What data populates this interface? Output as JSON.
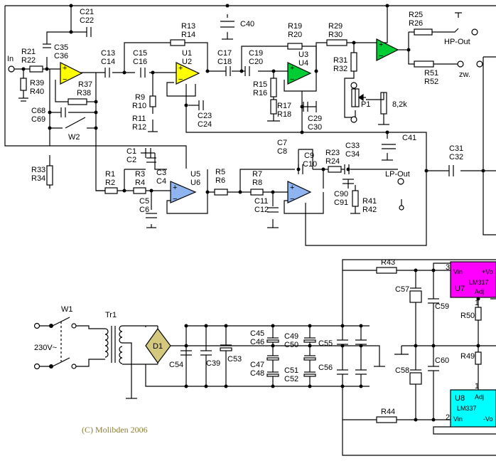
{
  "labels": {
    "c21": "C21",
    "c22": "C22",
    "in": "In",
    "r21": "R21",
    "r22": "R22",
    "c35": "C35",
    "c36": "C36",
    "r39": "R39",
    "r40": "R40",
    "r37": "R37",
    "r38": "R38",
    "c68": "C68",
    "c69": "C69",
    "w2": "W2",
    "c13": "C13",
    "c14": "C14",
    "c15": "C15",
    "c16": "C16",
    "r13": "R13",
    "r14": "R14",
    "u1": "U1",
    "u2": "U2",
    "r9": "R9",
    "r10": "R10",
    "r11": "R11",
    "r12": "R12",
    "c23": "C23",
    "c24": "C24",
    "c40": "C40",
    "c17": "C17",
    "c18": "C18",
    "c19": "C19",
    "c20": "C20",
    "r19": "R19",
    "r20": "R20",
    "u3": "U3",
    "u4": "U4",
    "r15": "R15",
    "r16": "R16",
    "r17": "R17",
    "r18": "R18",
    "c29": "C29",
    "c30": "C30",
    "r29": "R29",
    "r30": "R30",
    "r31": "R31",
    "r32": "R32",
    "p1": "P1",
    "p1_val": "8,2k",
    "r25": "R25",
    "r26": "R26",
    "hp_out": "HP-Out",
    "r51": "R51",
    "r52": "R52",
    "zw": "zw.",
    "c41": "C41",
    "r33": "R33",
    "r34": "R34",
    "c1": "C1",
    "c2": "C2",
    "c3": "C3",
    "c4": "C4",
    "r1": "R1",
    "r2": "R2",
    "r3": "R3",
    "r4": "R4",
    "c5": "C5",
    "c6": "C6",
    "u5": "U5",
    "u6": "U6",
    "r5": "R5",
    "r6": "R6",
    "c7": "C7",
    "c8": "C8",
    "c9": "C9",
    "c10": "C10",
    "r7": "R7",
    "r8": "R8",
    "c11": "C11",
    "c12": "C12",
    "r23": "R23",
    "r24": "R24",
    "c33": "C33",
    "c34": "C34",
    "lp_out": "LP-Out",
    "c90": "C90",
    "c91": "C91",
    "r41": "R41",
    "r42": "R42",
    "c31": "C31",
    "c32": "C32",
    "w1": "W1",
    "tr1": "Tr1",
    "mains": "230V~",
    "d1": "D1",
    "c54": "C54",
    "c39": "C39",
    "c53": "C53",
    "c45": "C45",
    "c46": "C46",
    "c47": "C47",
    "c48": "C48",
    "c49": "C49",
    "c50": "C50",
    "c51": "C51",
    "c52": "C52",
    "c55": "C55",
    "c56": "C56",
    "r43": "R43",
    "r44": "R44",
    "c57": "C57",
    "c58": "C58",
    "c59": "C59",
    "c60": "C60",
    "r49": "R49",
    "r50": "R50",
    "u7": "U7",
    "u8": "U8",
    "lm317": "LM317",
    "lm337": "LM337",
    "vin": "Vin",
    "adj": "Adj",
    "vout_pos": "+Vo",
    "vout_neg": "-Vo",
    "pin1": "1",
    "pin2": "2",
    "pin3": "3",
    "copyright": "(C) Molibden   2006"
  },
  "colors": {
    "u1": "#ffff00",
    "u3": "#00cc33",
    "u5": "#8fb5f0",
    "u7": "#ff00ff",
    "u8": "#00ffff",
    "d1": "#d4c87c",
    "copyright": "#8b7d3a"
  }
}
